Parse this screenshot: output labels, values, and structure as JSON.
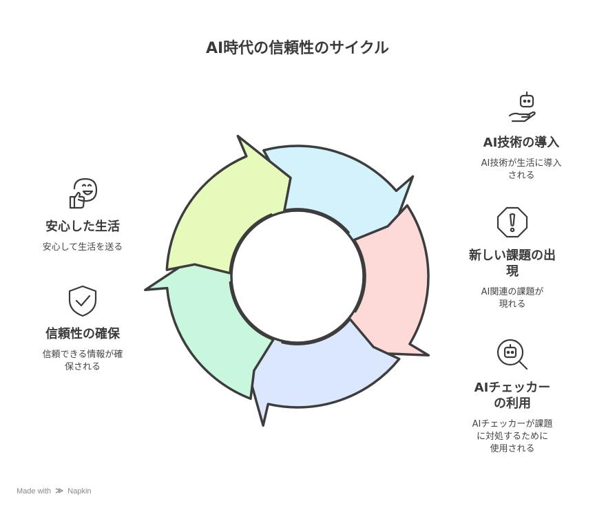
{
  "title": "AI時代の信頼性のサイクル",
  "colors": {
    "stroke": "#3d3d3d",
    "stage_fills": [
      "#d4f2fb",
      "#fdd9d8",
      "#dbe7fc",
      "#c8f7de",
      "#e6fbbb"
    ]
  },
  "stages": [
    {
      "icon": "robot-hand-icon",
      "title": "AI技術の導入",
      "description_lines": [
        "AI技術が生活に導入",
        "される"
      ]
    },
    {
      "icon": "warning-octagon-icon",
      "title_lines": [
        "新しい課題の出",
        "現"
      ],
      "description_lines": [
        "AI関連の課題が",
        "現れる"
      ]
    },
    {
      "icon": "robot-search-icon",
      "title_lines": [
        "AIチェッカー",
        "の利用"
      ],
      "description_lines": [
        "AIチェッカーが課題",
        "に対処するために",
        "使用される"
      ]
    },
    {
      "icon": "shield-check-icon",
      "title": "信頼性の確保",
      "description_lines": [
        "信頼できる情報が確",
        "保される"
      ]
    },
    {
      "icon": "happy-thumbs-up-icon",
      "title": "安心した生活",
      "description": "安心して生活を送る"
    }
  ],
  "footer": {
    "made_with": "Made with",
    "brand": "Napkin"
  }
}
